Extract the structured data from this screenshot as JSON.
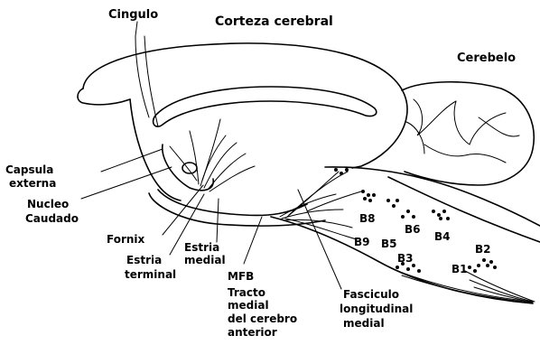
{
  "labels": {
    "cingulo": "Cingulo",
    "corteza": "Corteza cerebral",
    "cerebelo": "Cerebelo",
    "capsula": [
      "Capsula",
      "externa"
    ],
    "nucleo": [
      "Nucleo",
      "Caudado"
    ],
    "fornix": "Fornix",
    "estria_terminal": [
      "Estria",
      "terminal"
    ],
    "estria_medial": [
      "Estria",
      "medial"
    ],
    "mfb": "MFB",
    "tracto": [
      "Tracto",
      "medial",
      "del cerebro",
      "anterior"
    ],
    "fasciculo": [
      "Fasciculo",
      "longitudinal",
      "medial"
    ],
    "b8": "B8",
    "b9": "B9",
    "b5": "B5",
    "b6": "B6",
    "b4": "B4",
    "b3": "B3",
    "b1": "B1",
    "b2": "B2"
  }
}
